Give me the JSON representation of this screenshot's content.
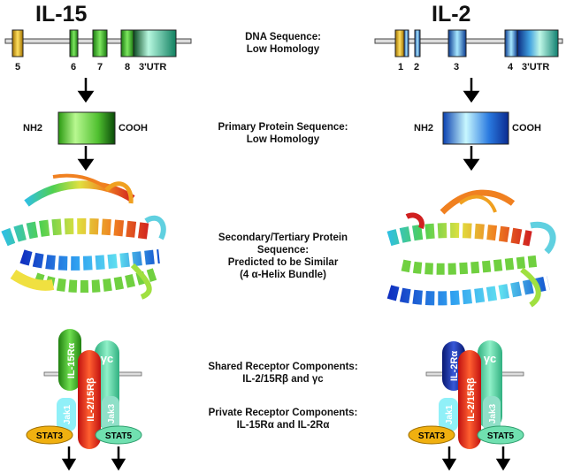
{
  "titles": {
    "left": "IL-15",
    "right": "IL-2"
  },
  "center_labels": {
    "dna": [
      "DNA Sequence:",
      "Low Homology"
    ],
    "primary": [
      "Primary Protein Sequence:",
      "Low Homology"
    ],
    "secondary": [
      "Secondary/Tertiary Protein",
      "Sequence:",
      "Predicted to be Similar",
      "(4 α-Helix Bundle)"
    ],
    "shared": [
      "Shared Receptor Components:",
      "IL-2/15Rβ and γc"
    ],
    "private": [
      "Private Receptor Components:",
      "IL-15Rα and IL-2Rα"
    ]
  },
  "il15_gene": {
    "exons": [
      "5",
      "6",
      "7",
      "8"
    ],
    "utr": "3'UTR"
  },
  "il2_gene": {
    "exons": [
      "1",
      "2",
      "3",
      "4"
    ],
    "utr": "3'UTR"
  },
  "protein": {
    "n_term": "NH2",
    "c_term": "COOH"
  },
  "il15_receptor": {
    "alpha": "IL-15Rα",
    "beta": "IL-2/15Rβ",
    "gamma": "γc",
    "jak1": "Jak1",
    "jak3": "Jak3",
    "stat3": "STAT3",
    "stat5": "STAT5"
  },
  "il2_receptor": {
    "alpha": "IL-2Rα",
    "beta": "IL-2/15Rβ",
    "gamma": "γc",
    "jak1": "Jak1",
    "jak3": "Jak3",
    "stat3": "STAT3",
    "stat5": "STAT5"
  },
  "colors": {
    "il15_accent": "#3ab020",
    "il2_accent": "#1858c8",
    "yellow": "#f0c020",
    "beta_red": "#e03020",
    "gamma_teal": "#60d0a8",
    "jak_cyan": "#80e8f0",
    "il2_alpha_blue": "#1838a8"
  }
}
